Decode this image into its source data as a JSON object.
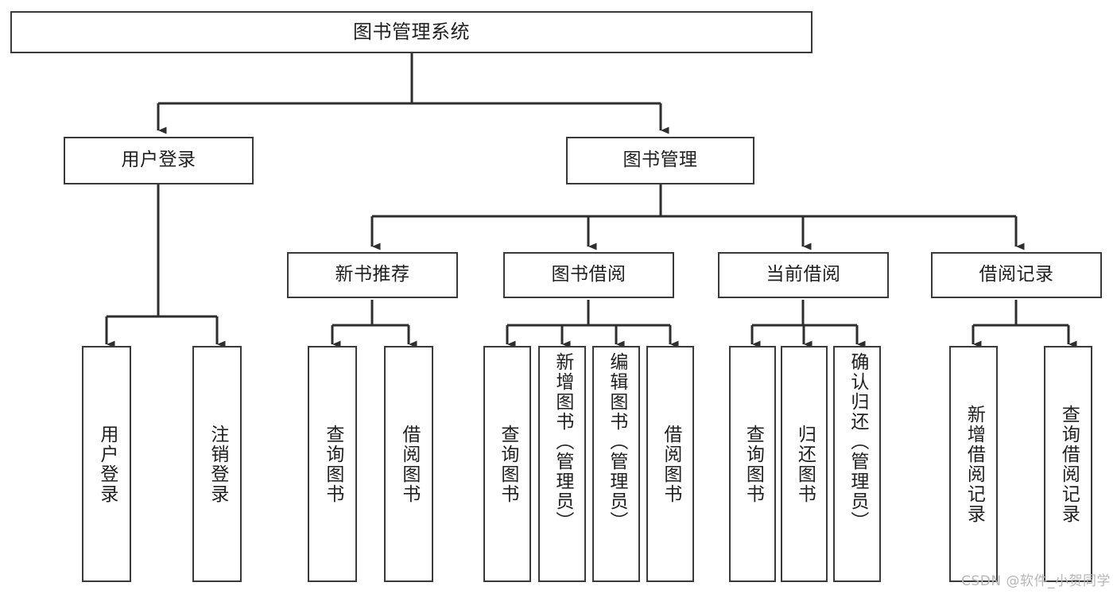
{
  "diagram": {
    "title": "图书管理系统",
    "type": "tree-hierarchy",
    "stroke_color": "#3a3a3a",
    "background_color": "#ffffff",
    "text_color": "#1f1f1f"
  },
  "root": {
    "label": "图书管理系统"
  },
  "level2": [
    {
      "label": "用户登录"
    },
    {
      "label": "图书管理"
    }
  ],
  "level3": [
    {
      "label": "新书推荐"
    },
    {
      "label": "图书借阅"
    },
    {
      "label": "当前借阅"
    },
    {
      "label": "借阅记录"
    }
  ],
  "leaves": {
    "user_login": [
      {
        "label": "用户登录"
      },
      {
        "label": "注销登录"
      }
    ],
    "new_book_recommend": [
      {
        "label": "查询图书"
      },
      {
        "label": "借阅图书"
      }
    ],
    "book_borrow": [
      {
        "label": "查询图书"
      },
      {
        "label": "新增图书（管理员）"
      },
      {
        "label": "编辑图书（管理员）"
      },
      {
        "label": "借阅图书"
      }
    ],
    "current_borrow": [
      {
        "label": "查询图书"
      },
      {
        "label": "归还图书"
      },
      {
        "label": "确认归还（管理员）"
      }
    ],
    "borrow_record": [
      {
        "label": "新增借阅记录"
      },
      {
        "label": "查询借阅记录"
      }
    ]
  },
  "watermark": {
    "text": "CSDN @软件_小贺同学"
  }
}
